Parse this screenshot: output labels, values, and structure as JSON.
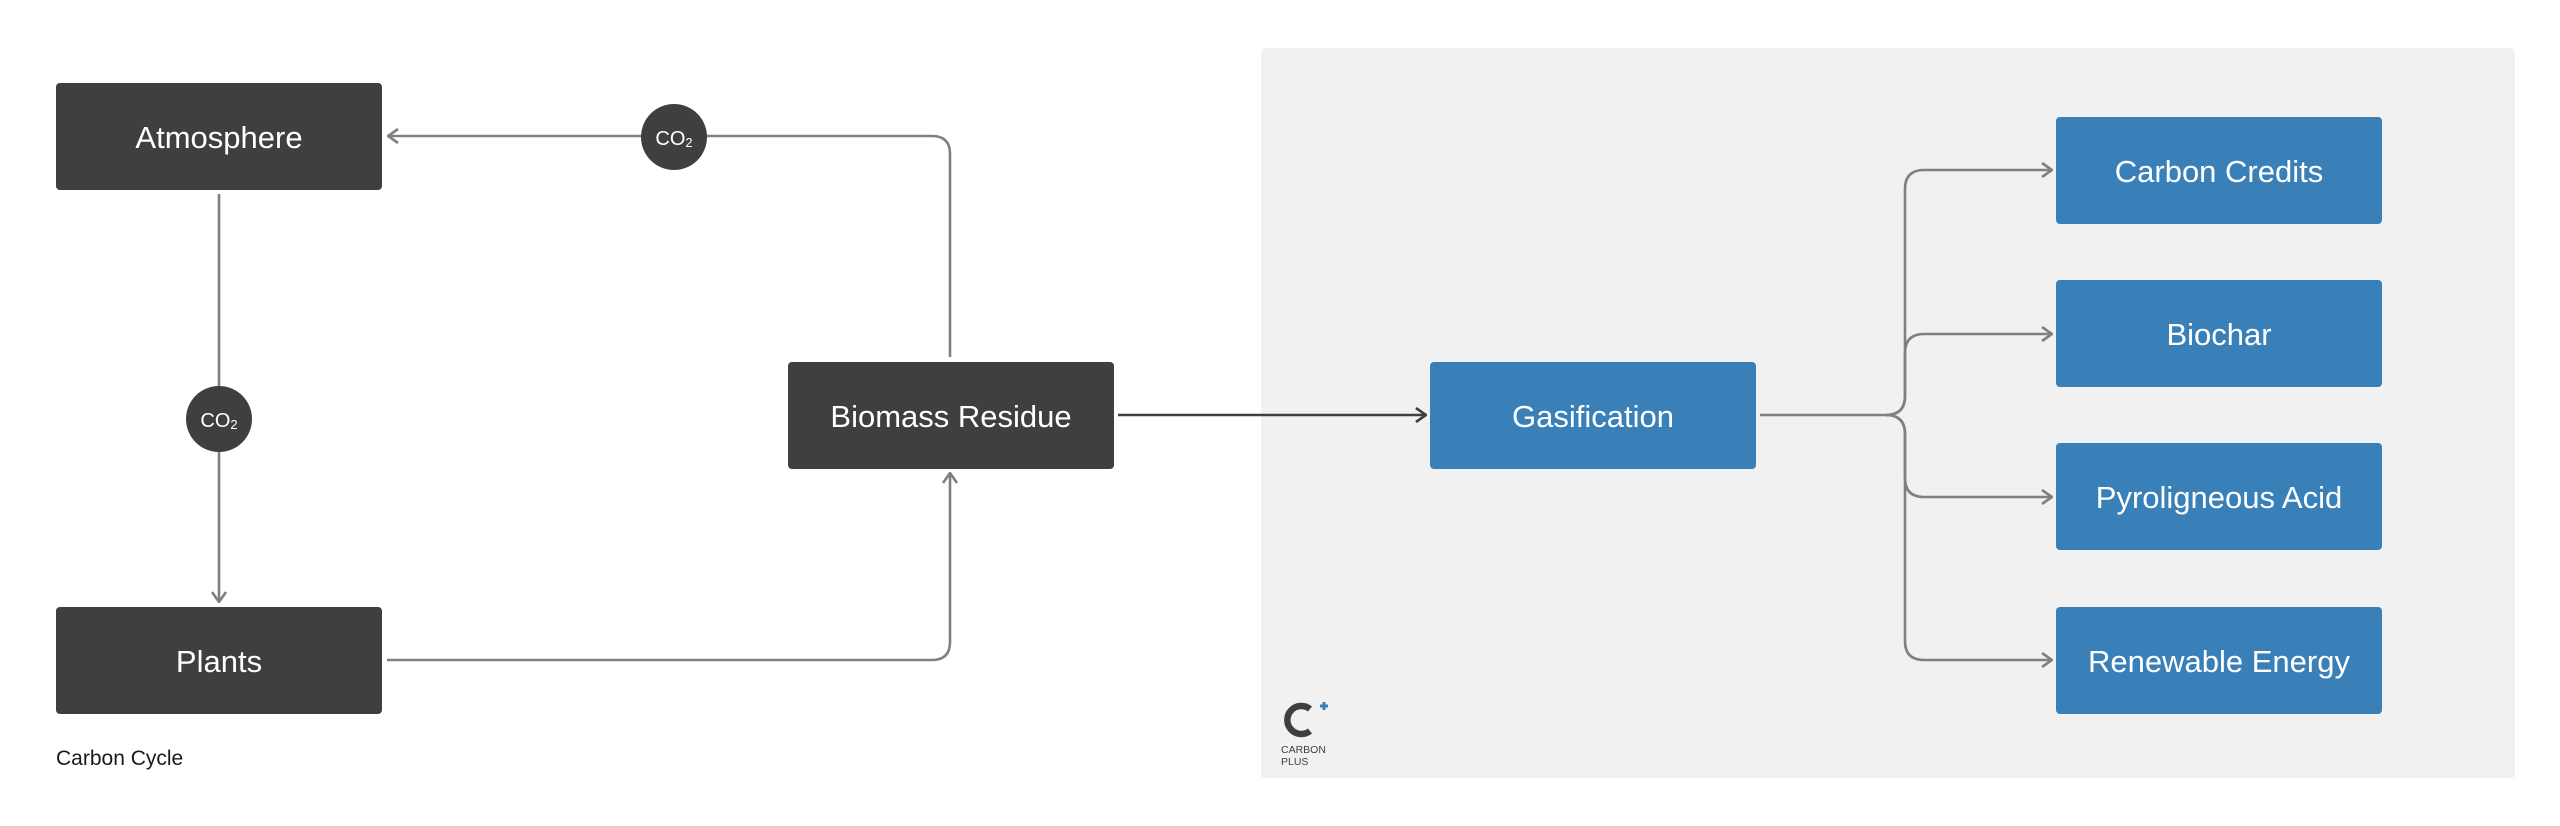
{
  "diagram": {
    "caption": "Carbon Cycle",
    "nodes": {
      "atmosphere": "Atmosphere",
      "plants": "Plants",
      "biomass_residue": "Biomass Residue",
      "gasification": "Gasification",
      "carbon_credits": "Carbon Credits",
      "biochar": "Biochar",
      "pyroligneous_acid": "Pyroligneous Acid",
      "renewable_energy": "Renewable Energy"
    },
    "badges": {
      "co2_top": {
        "main": "CO",
        "sub": "2"
      },
      "co2_left": {
        "main": "CO",
        "sub": "2"
      }
    },
    "logo": {
      "line1": "CARBON",
      "line2": "PLUS"
    },
    "colors": {
      "dark_node": "#3f3f3f",
      "blue_node": "#3a80b8",
      "panel_bg": "#f1f1f1",
      "edge": "#808080"
    }
  }
}
